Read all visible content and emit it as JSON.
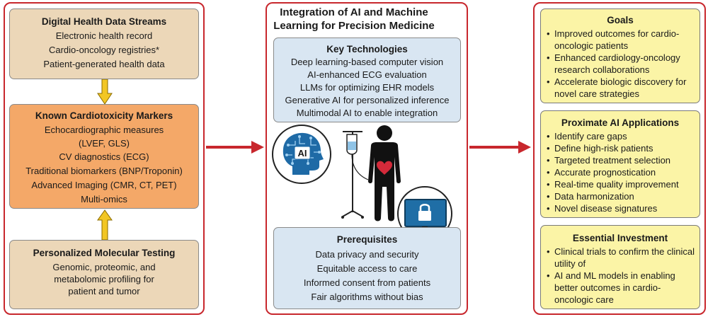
{
  "left": {
    "streams": {
      "title": "Digital Health Data Streams",
      "items": [
        "Electronic health record",
        "Cardio-oncology registries*",
        "Patient-generated health data"
      ]
    },
    "markers": {
      "title": "Known Cardiotoxicity Markers",
      "items": [
        "Echocardiographic measures",
        "(LVEF, GLS)",
        "CV diagnostics (ECG)",
        "Traditional biomarkers (BNP/Troponin)",
        "Advanced Imaging (CMR, CT, PET)",
        "Multi-omics"
      ]
    },
    "molecular": {
      "title": "Personalized Molecular Testing",
      "items": [
        "Genomic, proteomic, and",
        "metabolomic profiling for",
        "patient and tumor"
      ]
    }
  },
  "center": {
    "title_line1": "Integration of AI and Machine",
    "title_line2": "Learning for Precision Medicine",
    "key_tech": {
      "title": "Key Technologies",
      "items": [
        "Deep learning-based computer vision",
        "AI-enhanced ECG evaluation",
        "LLMs for optimizing EHR models",
        "Generative AI for personalized inference",
        "Multimodal AI to enable integration"
      ]
    },
    "ai_badge": "AI",
    "prerequisites": {
      "title": "Prerequisites",
      "items": [
        "Data privacy and security",
        "Equitable access to care",
        "Informed consent from patients",
        "Fair algorithms without bias"
      ]
    }
  },
  "right": {
    "goals": {
      "title": "Goals",
      "items": [
        "Improved outcomes for cardio-oncologic patients",
        "Enhanced cardiology-oncology research collaborations",
        "Accelerate biologic discovery for novel care strategies"
      ]
    },
    "applications": {
      "title": "Proximate AI Applications",
      "items": [
        "Identify care gaps",
        "Define high-risk patients",
        "Targeted treatment selection",
        "Accurate prognostication",
        "Real-time quality improvement",
        "Data harmonization",
        "Novel disease signatures"
      ]
    },
    "investment": {
      "title": "Essential Investment",
      "items": [
        "Clinical trials to confirm the clinical utility of",
        "AI and ML models in enabling better outcomes in cardio-oncologic care"
      ]
    }
  },
  "colors": {
    "panel_border": "#c8272d",
    "arrow_red": "#c8272d",
    "arrow_yellow": "#f2c624",
    "tan": "#ecd7b8",
    "orange": "#f4a868",
    "blue": "#d9e6f2",
    "yellow": "#fbf4a6"
  },
  "icons": [
    "ai-head-icon",
    "iv-drip-icon",
    "patient-heart-icon",
    "monitor-lock-icon",
    "right-arrow-icon",
    "down-arrow-icon",
    "up-arrow-icon"
  ]
}
